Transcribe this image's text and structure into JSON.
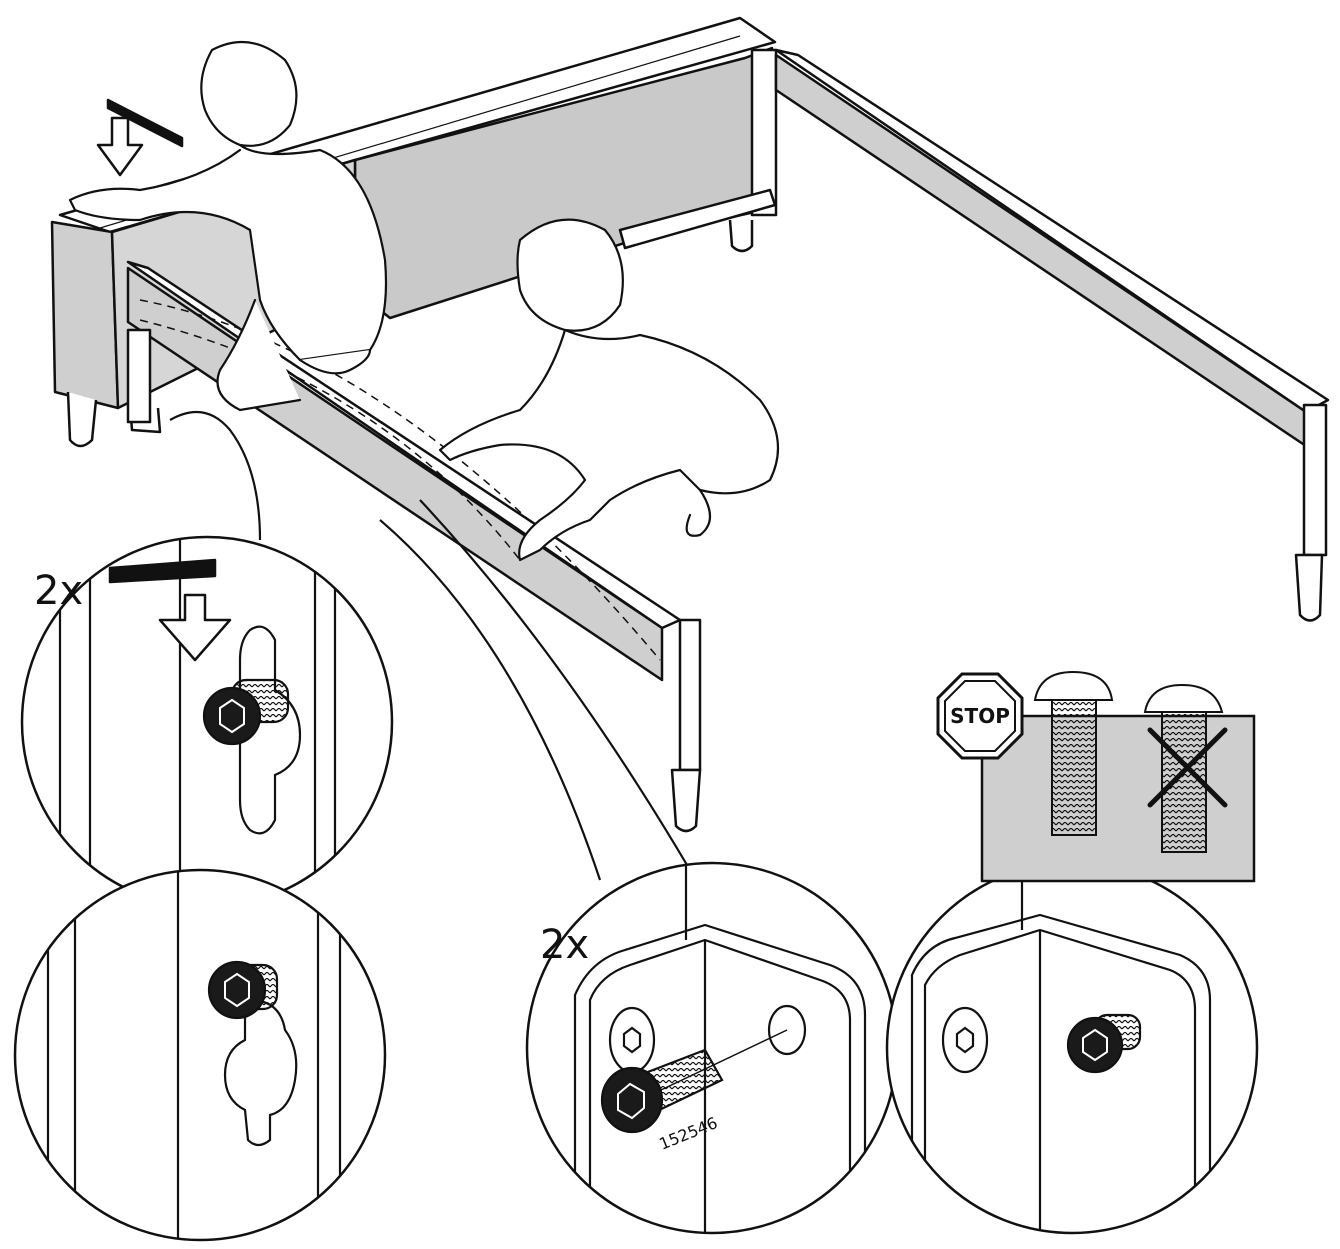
{
  "labels": {
    "quantity_top": "2x",
    "quantity_bottom": "2x",
    "stop_sign": "STOP",
    "part_number": "152546"
  },
  "colors": {
    "line": "#111111",
    "panel_fill": "#cfcfcf",
    "panel_dark": "#bdbdbd",
    "background": "#ffffff",
    "screw_head": "#1a1a1a"
  }
}
